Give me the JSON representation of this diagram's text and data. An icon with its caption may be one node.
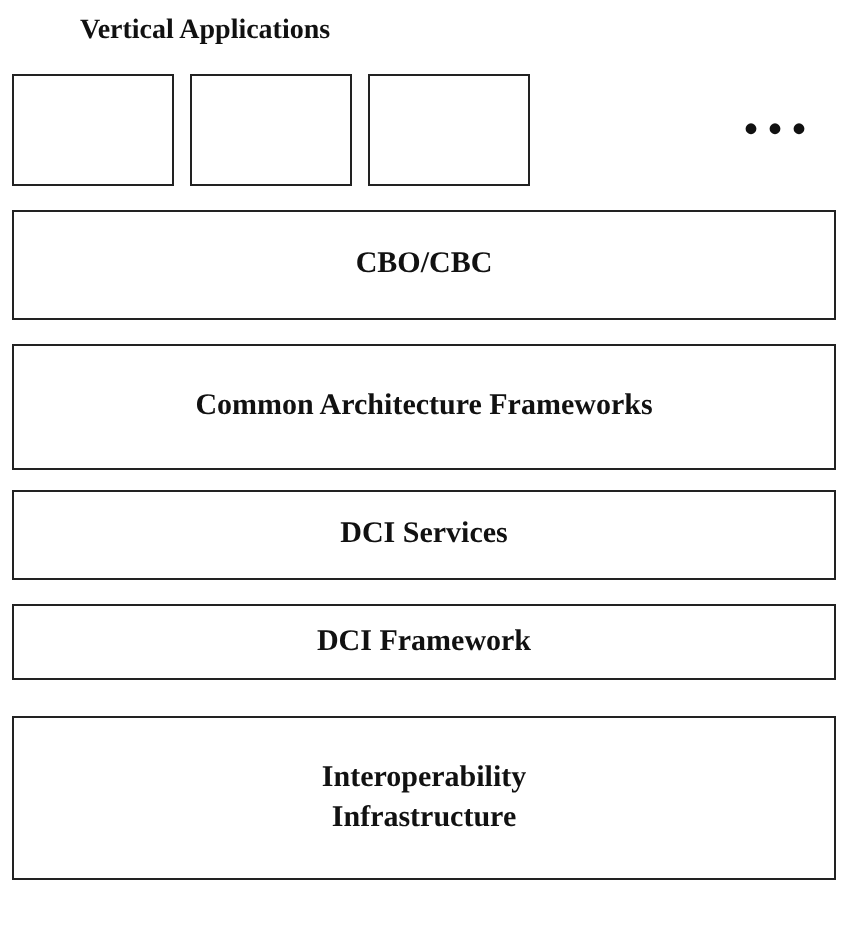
{
  "diagram": {
    "nodes": [
      {
        "text": [],
        "shape": "box"
      },
      {
        "text": [],
        "shape": "box"
      },
      {
        "text": [],
        "shape": "box"
      },
      {
        "text": [
          "CBO/CBC"
        ]
      },
      {
        "text": [
          "Common Architecture Frameworks"
        ]
      },
      {
        "text": [
          "DCI Services"
        ]
      },
      {
        "text": [
          "DCI Framework"
        ]
      },
      {
        "text": [
          "Interoperability Infrastructure"
        ]
      }
    ],
    "edges": [],
    "labels": [
      "Vertical Applications",
      "• • •"
    ]
  }
}
